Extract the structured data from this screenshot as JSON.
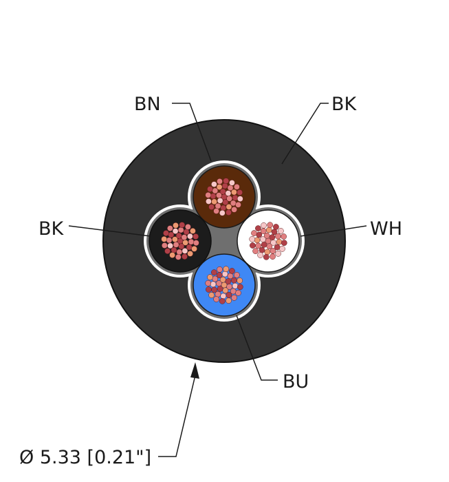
{
  "labels": {
    "bn": "BN",
    "bk_jacket": "BK",
    "bk_core": "BK",
    "wh": "WH",
    "bu": "BU",
    "diameter": "Ø 5.33 [0.21\"]"
  },
  "colors": {
    "jacket": "#333333",
    "filler": "#6f6f6f",
    "brown": "#5a2a0a",
    "black": "#1c1c1c",
    "white": "#ffffff",
    "blue": "#3f88f5",
    "strand_dark": "#b04048",
    "strand_mid": "#e07f80",
    "strand_light": "#f6c7c8",
    "strand_orange": "#ec9a72"
  }
}
